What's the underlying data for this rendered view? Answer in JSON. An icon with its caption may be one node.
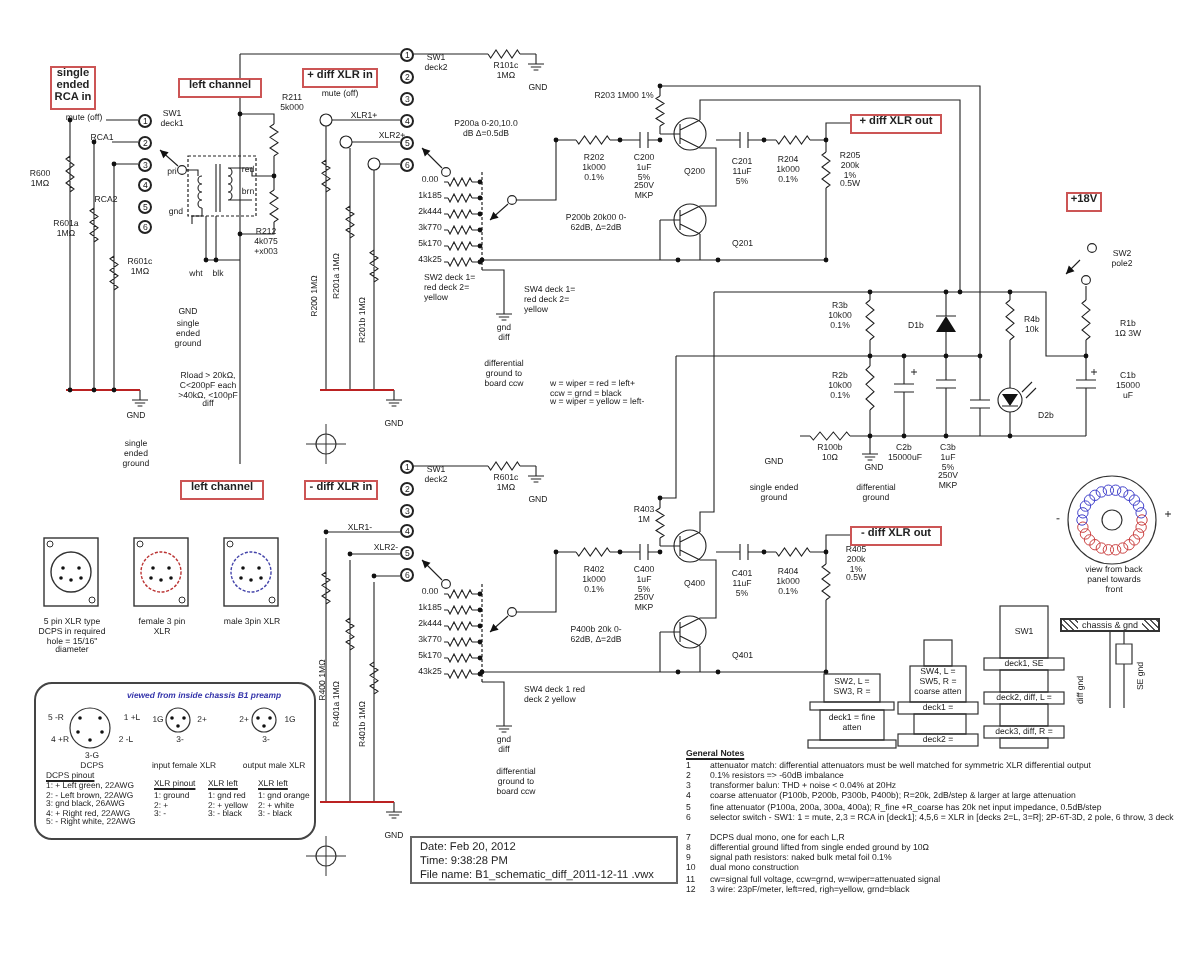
{
  "diagram": {
    "nodes": [
      {
        "text": [
          "single ended RCA in"
        ]
      },
      {
        "text": [
          "left channel"
        ]
      },
      {
        "text": [
          "+ diff XLR in"
        ]
      },
      {
        "text": [
          "+ diff XLR out"
        ]
      },
      {
        "text": [
          "+18V"
        ]
      },
      {
        "text": [
          "left channel"
        ]
      },
      {
        "text": [
          "- diff XLR in"
        ]
      },
      {
        "text": [
          "- diff XLR out"
        ]
      },
      {
        "text": [
          "Date: Feb 20, 2012",
          "Time: 9:38:28 PM",
          "File name: B1_schematic_diff_2011-12-11 .vwx"
        ]
      },
      {
        "text": [
          "viewed from inside chassis B1 preamp",
          "5 -R",
          "1 +L",
          "4 +R",
          "2 -L",
          "3-G",
          "DCPS",
          "1G",
          "2+",
          "3-",
          "2+",
          "1G",
          "3-",
          "input female XLR",
          "output male XLR",
          "DCPS pinout",
          "1: + Left green, 22AWG",
          "2: - Left brown, 22AWG",
          "3: gnd black, 26AWG",
          "4: + Right red, 22AWG",
          "5: - Right white, 22AWG",
          "XLR pinout",
          "1: ground",
          "2: +",
          "3: -",
          "XLR left",
          "1: gnd red",
          "2: + yellow",
          "3: - black",
          "XLR left",
          "1: gnd orange",
          "2: + white",
          "3: - black"
        ]
      },
      {
        "text": [
          "chassis & gnd"
        ]
      }
    ],
    "labels": [
      "mute (off)",
      "RCA1",
      "RCA2",
      "R600 1MΩ",
      "R601a 1MΩ",
      "R601c 1MΩ",
      "SW1 deck1",
      "1",
      "2",
      "3",
      "4",
      "5",
      "6",
      "pri",
      "gnd",
      "red",
      "brn",
      "wht",
      "blk",
      "R211 5k000",
      "R212 4k075 +x003",
      "GND",
      "single ended ground",
      "Rload > 20kΩ, C<200pF each >40kΩ, <100pF diff",
      "GND",
      "single ended ground",
      "mute (off)",
      "XLR1+",
      "XLR2+",
      "R200 1MΩ",
      "R201a 1MΩ",
      "R201b 1MΩ",
      "GND",
      "SW1 deck2",
      "1",
      "2",
      "3",
      "4",
      "5",
      "6",
      "R101c 1MΩ",
      "GND",
      "P200a 0-20,10.0 dB Δ=0.5dB",
      "0.00",
      "1k185",
      "2k444",
      "3k770",
      "5k170",
      "43k25",
      "SW2 deck 1= red deck 2= yellow",
      "SW4 deck 1= red deck 2= yellow",
      "gnd diff",
      "differential ground to board ccw",
      "w = wiper = red = left+",
      "ccw = grnd = black",
      "w = wiper = yellow = left-",
      "R203 1M00 1%",
      "R202 1k000 0.1%",
      "C200 1uF 5% 250V MKP",
      "Q200",
      "C201 11uF 5%",
      "R204 1k000 0.1%",
      "Q201",
      "P200b 20k00 0-62dB, Δ=2dB",
      "R205 200k 1% 0.5W",
      "SW2 pole2",
      "R3b 10k00 0.1%",
      "D1b",
      "R4b 10k",
      "R1b 1Ω 3W",
      "R2b 10k00 0.1%",
      "C1b 15000 uF",
      "D2b",
      "R100b 10Ω",
      "GND",
      "C2b 15000uF",
      "C3b 1uF 5% 250V MKP",
      "GND",
      "single ended ground",
      "differential ground",
      "SW1 deck2",
      "1",
      "2",
      "3",
      "4",
      "5",
      "6",
      "R601c 1MΩ",
      "GND",
      "XLR1-",
      "XLR2-",
      "R400 1MΩ",
      "R401a 1MΩ",
      "R401b 1MΩ",
      "GND",
      "0.00",
      "1k185",
      "2k444",
      "3k770",
      "5k170",
      "43k25",
      "SW4 deck 1 red deck 2 yellow",
      "gnd diff",
      "differential ground to board ccw",
      "R403 1M",
      "R402 1k000 0.1%",
      "C400 1uF 5% 250V MKP",
      "Q400",
      "C401 11uF 5%",
      "Q401",
      "R404 1k000 0.1%",
      "P400b 20k 0-62dB, Δ=2dB",
      "R405 200k 1% 0.5W",
      "view from back panel towards front",
      "5 pin XLR type DCPS in required hole = 15/16\" diameter",
      "female 3 pin XLR",
      "male 3pin XLR",
      "SW2, L = SW3, R =",
      "deck1 = fine atten",
      "SW4, L = SW5, R = coarse atten",
      "deck1 =",
      "deck2 =",
      "SW1",
      "deck1, SE",
      "deck2, diff, L =",
      "deck3, diff, R =",
      "SE gnd",
      "diff gnd",
      "General Notes",
      "1",
      "attenuator match: differential attenuators must be well matched for symmetric XLR differential output",
      "2",
      "0.1% resistors => -60dB imbalance",
      "3",
      "transformer balun: THD + noise < 0.04% at 20Hz",
      "4",
      "coarse attenuator (P100b, P200b, P300b, P400b); R=20k, 2dB/step & larger at large attenuation",
      "5",
      "fine attenuator (P100a, 200a, 300a, 400a); R_fine +R_coarse has 20k net input impedance, 0.5dB/step",
      "6",
      "selector switch - SW1: 1 = mute, 2,3 = RCA in [deck1]; 4,5,6 = XLR in [decks 2=L, 3=R]; 2P-6T-3D, 2 pole, 6 throw, 3 deck",
      "7",
      "DCPS dual mono, one for each L,R",
      "8",
      "differential ground lifted from single ended ground by 10Ω",
      "9",
      "signal path resistors: naked bulk metal foil 0.1%",
      "10",
      "dual mono construction",
      "11",
      "cw=signal full voltage, ccw=grnd, w=wiper=attenuated signal",
      "12",
      "3 wire: 23pF/meter, left=red, righ=yellow, grnd=black",
      "-",
      "+",
      "+",
      "+"
    ]
  }
}
